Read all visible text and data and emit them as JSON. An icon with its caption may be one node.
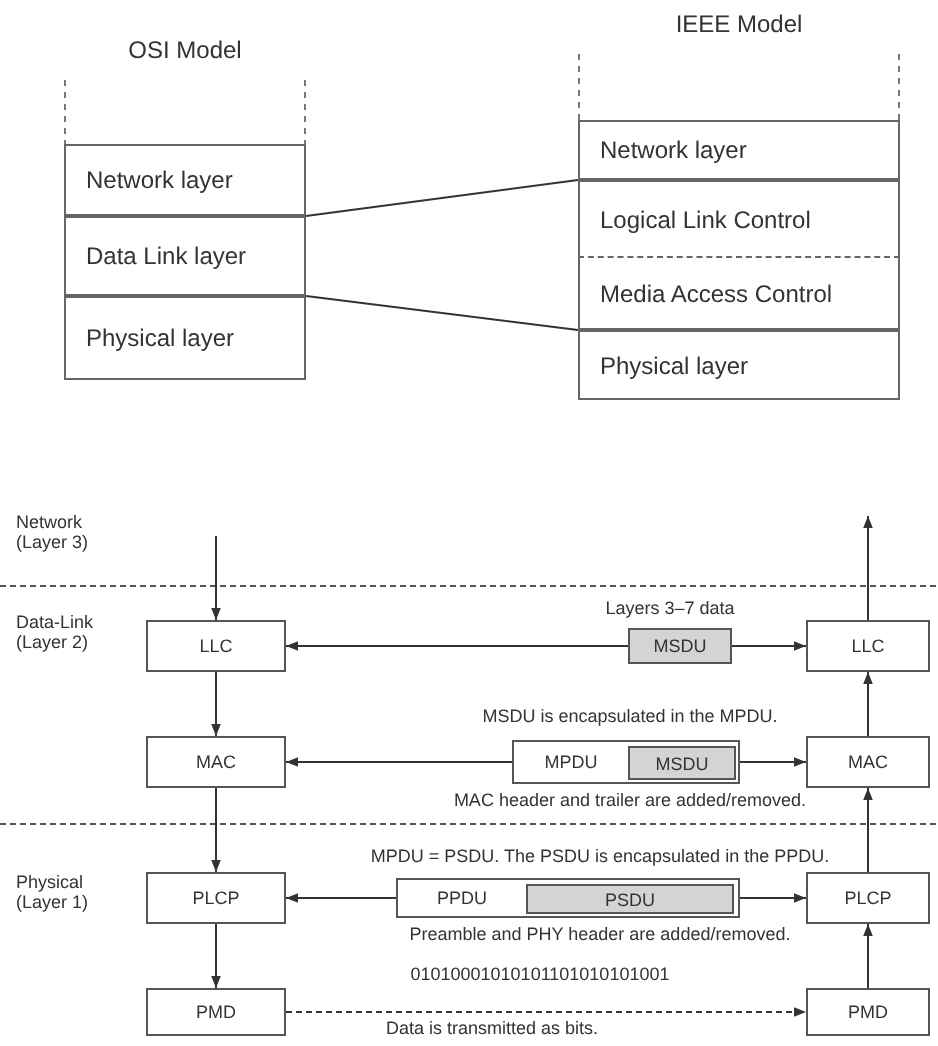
{
  "diagram": {
    "nodes": [
      {
        "text": [
          "OSI Model"
        ]
      },
      {
        "text": [
          "Network layer"
        ],
        "in": 0
      },
      {
        "text": [
          "Data Link layer"
        ],
        "in": 0
      },
      {
        "text": [
          "Physical layer"
        ],
        "in": 0
      },
      {
        "text": [
          "IEEE Model"
        ]
      },
      {
        "text": [
          "Network layer"
        ],
        "in": 4
      },
      {
        "text": [
          "Logical Link Control"
        ],
        "in": 4
      },
      {
        "text": [
          "Media Access Control"
        ],
        "in": 4
      },
      {
        "text": [
          "Physical layer"
        ],
        "in": 4
      },
      {
        "text": [
          "LLC"
        ]
      },
      {
        "text": [
          "MAC"
        ]
      },
      {
        "text": [
          "PLCP"
        ]
      },
      {
        "text": [
          "PMD"
        ]
      },
      {
        "text": [
          "LLC"
        ]
      },
      {
        "text": [
          "MAC"
        ]
      },
      {
        "text": [
          "PLCP"
        ]
      },
      {
        "text": [
          "PMD"
        ]
      },
      {
        "text": [
          "MSDU"
        ],
        "beside": [
          "Layers 3–7 data"
        ]
      },
      {
        "text": [
          "MPDU"
        ],
        "beside": [
          "MSDU is encapsulated in the MPDU.",
          "MAC header and trailer are added/removed."
        ]
      },
      {
        "text": [
          "MSDU"
        ],
        "in": 18
      },
      {
        "text": [
          "PPDU"
        ],
        "beside": [
          "MPDU = PSDU. The PSDU is encapsulated in the PPDU.",
          "Preamble and PHY header are added/removed."
        ]
      },
      {
        "text": [
          "PSDU"
        ],
        "in": 20
      }
    ],
    "edges": [
      {
        "from": 2,
        "to": 6,
        "arrow": "none"
      },
      {
        "from": 2,
        "to": 7,
        "arrow": "none"
      },
      {
        "from": null,
        "to": 9,
        "arrow": "to"
      },
      {
        "from": 9,
        "to": 10,
        "arrow": "to"
      },
      {
        "from": 10,
        "to": 11,
        "arrow": "to"
      },
      {
        "from": 11,
        "to": 12,
        "arrow": "to"
      },
      {
        "from": 12,
        "to": 16,
        "arrow": "to",
        "style": "dashed",
        "label": "01010001010101101010101001"
      },
      {
        "from": 16,
        "to": 15,
        "arrow": "to"
      },
      {
        "from": 15,
        "to": 14,
        "arrow": "to"
      },
      {
        "from": 14,
        "to": 13,
        "arrow": "to"
      },
      {
        "from": 13,
        "to": null,
        "arrow": "to"
      },
      {
        "from": 17,
        "to": 9,
        "arrow": "to"
      },
      {
        "from": 17,
        "to": 13,
        "arrow": "to"
      },
      {
        "from": 18,
        "to": 10,
        "arrow": "to"
      },
      {
        "from": 18,
        "to": 14,
        "arrow": "to"
      },
      {
        "from": 20,
        "to": 11,
        "arrow": "to"
      },
      {
        "from": 20,
        "to": 15,
        "arrow": "to"
      }
    ],
    "labels": [
      "Network (Layer 3)",
      "Data-Link (Layer 2)",
      "Physical (Layer 1)",
      "Data is transmitted as bits."
    ]
  }
}
